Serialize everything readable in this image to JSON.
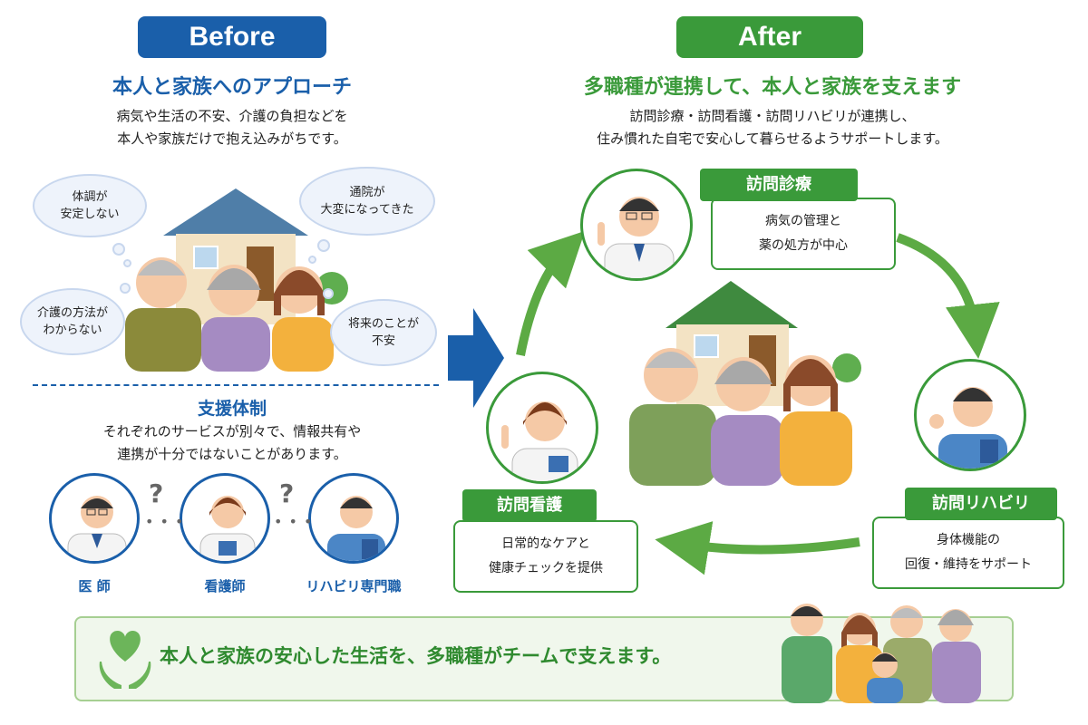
{
  "before": {
    "badge": "Before",
    "title": "本人と家族へのアプローチ",
    "desc_lines": [
      "病気や生活の不安、介護の負担などを",
      "本人や家族だけで抱え込みがちです。"
    ],
    "worries": [
      "体調が\n安定しない",
      "通院が\n大変になってきた",
      "介護の方法が\nわからない",
      "将来のことが\n不安"
    ],
    "support_title": "支援体制",
    "support_lines": [
      "それぞれのサービスが別々で、情報共有や",
      "連携が十分ではないことがあります。"
    ],
    "roles": [
      "医 師",
      "看護師",
      "リハビリ専門職"
    ],
    "question_mark": "?"
  },
  "after": {
    "badge": "After",
    "title": "多職種が連携して、本人と家族を支えます",
    "desc_lines": [
      "訪問診療・訪問看護・訪問リハビリが連携し、",
      "住み慣れた自宅で安心して暮らせるようサポートします。"
    ],
    "services": {
      "medical": {
        "label": "訪問診療",
        "desc": "病気の管理と\n薬の処方が中心"
      },
      "nursing": {
        "label": "訪問看護",
        "desc": "日常的なケアと\n健康チェックを提供"
      },
      "rehab": {
        "label": "訪問リハビリ",
        "desc": "身体機能の\n回復・維持をサポート"
      }
    }
  },
  "footer": {
    "message": "本人と家族の安心した生活を、多職種がチームで支えます。"
  },
  "colors": {
    "blue": "#1a5faa",
    "green": "#3a9a3a",
    "cloud": "#eef3fb"
  }
}
